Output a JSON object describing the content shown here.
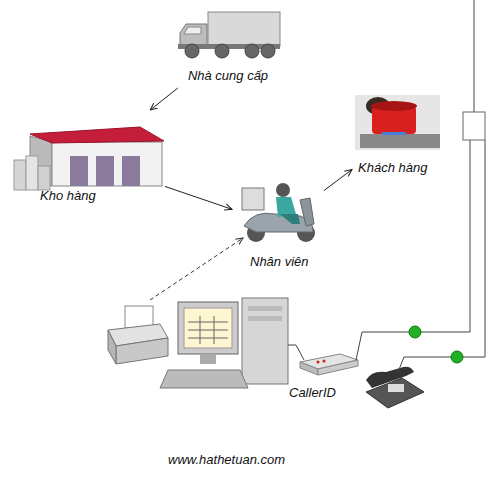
{
  "diagram": {
    "nodes": [
      {
        "text": [
          "Nhà cung cấp"
        ]
      },
      {
        "text": [
          "Kho hàng"
        ]
      },
      {
        "text": [
          "Nhân viên"
        ]
      },
      {
        "text": [
          "Khách hàng"
        ]
      },
      {
        "text": [
          "CallerID"
        ]
      }
    ],
    "edges": [
      {
        "from": 0,
        "to": 1,
        "arrow": "to"
      },
      {
        "from": 1,
        "to": 2,
        "arrow": "to"
      },
      {
        "from": 2,
        "to": 3,
        "arrow": "to"
      }
    ],
    "labels": [
      "www.hathetuan.com"
    ]
  }
}
